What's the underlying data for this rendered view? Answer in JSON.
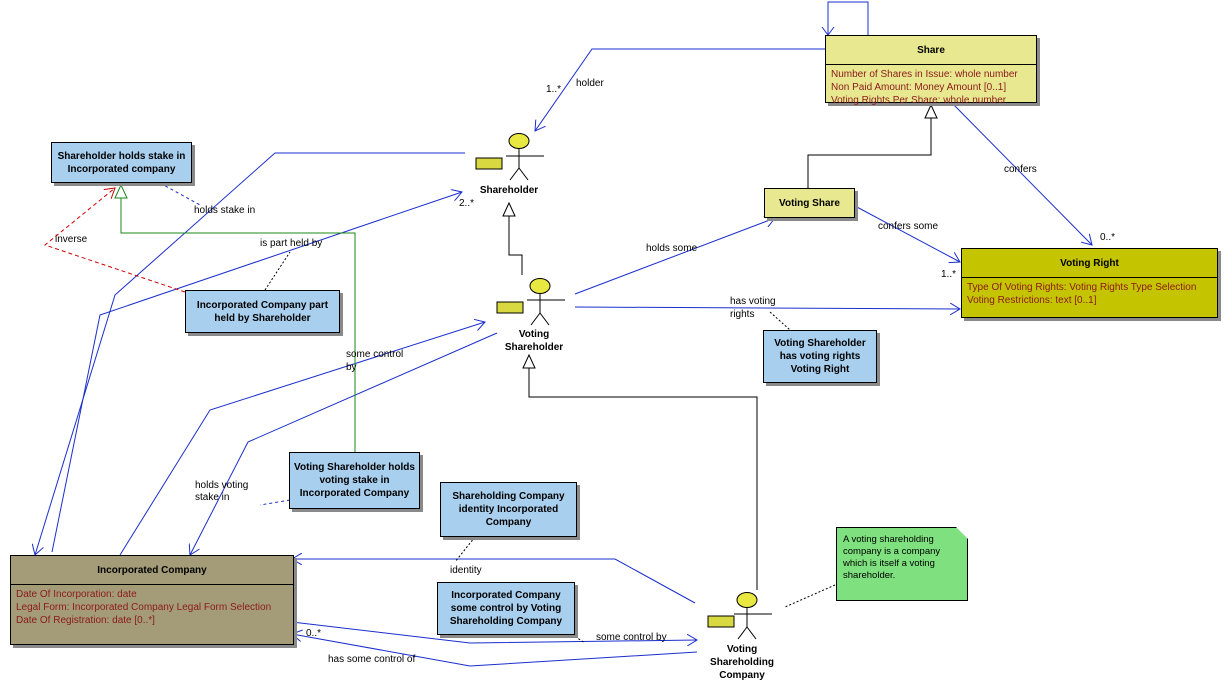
{
  "classes": {
    "share": {
      "title": "Share",
      "attrs": [
        "Number of Shares in Issue:  whole number",
        "Non Paid Amount:  Money Amount [0..1]",
        "Voting Rights Per Share:  whole number"
      ]
    },
    "voting_share": {
      "title": "Voting Share"
    },
    "voting_right": {
      "title": "Voting Right",
      "attrs": [
        "Type Of Voting Rights:  Voting Rights Type Selection",
        "Voting Restrictions:  text [0..1]"
      ]
    },
    "incorporated_company": {
      "title": "Incorporated Company",
      "attrs": [
        "Date Of Incorporation:  date",
        "Legal Form:  Incorporated Company Legal Form Selection",
        "Date Of Registration:  date [0..*]"
      ]
    }
  },
  "actors": {
    "shareholder": "Shareholder",
    "voting_shareholder_1": "Voting",
    "voting_shareholder_2": "Shareholder",
    "voting_shareholding_company_1": "Voting",
    "voting_shareholding_company_2": "Shareholding",
    "voting_shareholding_company_3": "Company"
  },
  "association_classes": {
    "holds_stake": [
      "Shareholder holds stake in",
      "Incorporated company"
    ],
    "part_held": [
      "Incorporated Company part",
      "held by Shareholder"
    ],
    "voting_rights": [
      "Voting Shareholder",
      "has voting rights",
      "Voting Right"
    ],
    "voting_stake": [
      "Voting Shareholder holds",
      "voting stake in",
      "Incorporated Company"
    ],
    "identity": [
      "Shareholding Company",
      "identity Incorporated",
      "Company"
    ],
    "some_control": [
      "Incorporated Company",
      "some control by Voting",
      "Shareholding Company"
    ]
  },
  "note": {
    "lines": [
      "A voting shareholding",
      "company is a company",
      "which is itself a voting",
      "shareholder."
    ]
  },
  "labels": {
    "holder": "holder",
    "holder_mult": "1..*",
    "confers": "confers",
    "confers_mult": "0..*",
    "confers_some": "confers some",
    "voting_right_mult": "1..*",
    "holds_stake_in": "holds stake in",
    "shareholder_mult": "2..*",
    "inverse": "inverse",
    "is_part_held_by": "is part held by",
    "holds_some": "holds some",
    "has_voting": "has voting",
    "rights": "rights",
    "some_control": "some control",
    "by": "by",
    "holds_voting": "holds voting",
    "stake_in": "stake in",
    "identity": "identity",
    "some_control_by": "some control by",
    "company_mult": "0..*",
    "has_some_control_of": "has some control of"
  },
  "colors": {
    "class_yellow": "#e8e890",
    "voting_right": "#c4c400",
    "incorporated_company": "#a49c78",
    "association_class": "#a8cfee",
    "note": "#7ee07e",
    "association_line": "#1a2ecc",
    "generalization_line": "#000000",
    "dependency_line": "#cc0000",
    "realization_line": "#1a8a1a",
    "attribute_text": "#8b1a1a"
  }
}
